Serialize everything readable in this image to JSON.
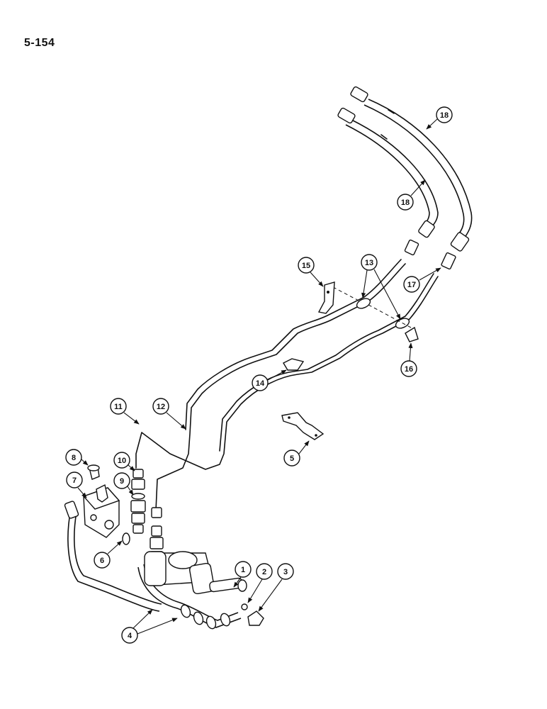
{
  "page_number": "5-154",
  "callouts": [
    "1",
    "2",
    "3",
    "4",
    "5",
    "6",
    "7",
    "8",
    "9",
    "10",
    "11",
    "12",
    "13",
    "14",
    "15",
    "16",
    "17",
    "18"
  ],
  "colors": {
    "ink": "#111111",
    "paper": "#ffffff"
  }
}
